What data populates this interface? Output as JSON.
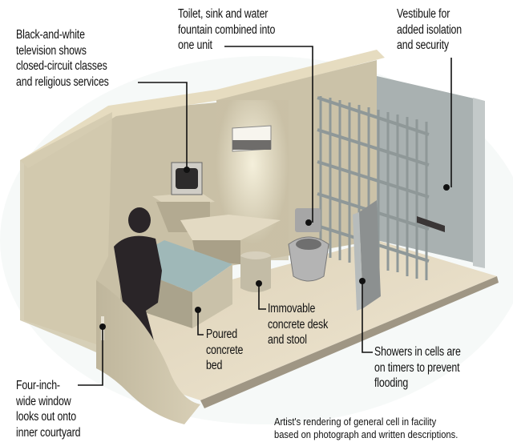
{
  "callouts": {
    "television": [
      "Black-and-white",
      "television shows",
      "closed-circuit classes",
      "and religious services"
    ],
    "toilet": [
      "Toilet, sink and water",
      "fountain combined into",
      "one unit"
    ],
    "vestibule": [
      "Vestibule for",
      "added isolation",
      "and security"
    ],
    "desk": [
      "Immovable",
      "concrete desk",
      "and stool"
    ],
    "bed": [
      "Poured",
      "concrete",
      "bed"
    ],
    "showers": [
      "Showers in cells are",
      "on timers to prevent",
      "flooding"
    ],
    "window": [
      "Four-inch-",
      "wide window",
      "looks out onto",
      "inner courtyard"
    ]
  },
  "caption": [
    "Artist's rendering of general cell in facility",
    "based on photograph and written descriptions."
  ],
  "colors": {
    "wall": "#cfc6ad",
    "wall_top": "#e6dcc0",
    "floor": "#e8dcc4",
    "bars": "#9aa3a3",
    "vestibule": "#a9b1b1",
    "mattress": "#9fb8b8",
    "silhouette": "#2a2528",
    "leader": "#111111"
  }
}
